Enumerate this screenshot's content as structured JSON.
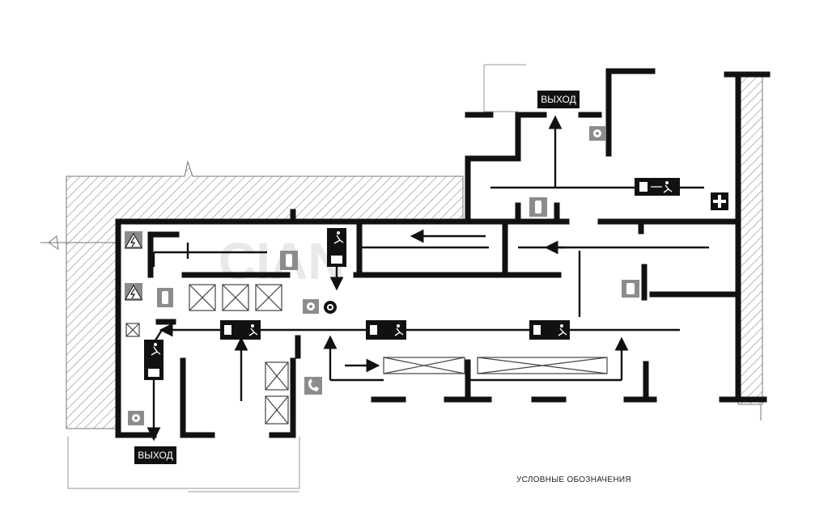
{
  "plan": {
    "exit_labels": [
      "ВЫХОД",
      "ВЫХОД"
    ],
    "legend_title": "УСЛОВНЫЕ ОБОЗНАЧЕНИЯ",
    "watermark_text": "CIAN"
  },
  "colors": {
    "wall": "#111111",
    "hatch": "#8a8a8a",
    "sign_bg": "#111111",
    "icon_gray": "#8c8c8c"
  },
  "icons": [
    "high-voltage-icon",
    "first-aid-icon",
    "phone-icon",
    "fire-alarm-icon",
    "exit-running-man-icon",
    "extinguisher-icon"
  ]
}
